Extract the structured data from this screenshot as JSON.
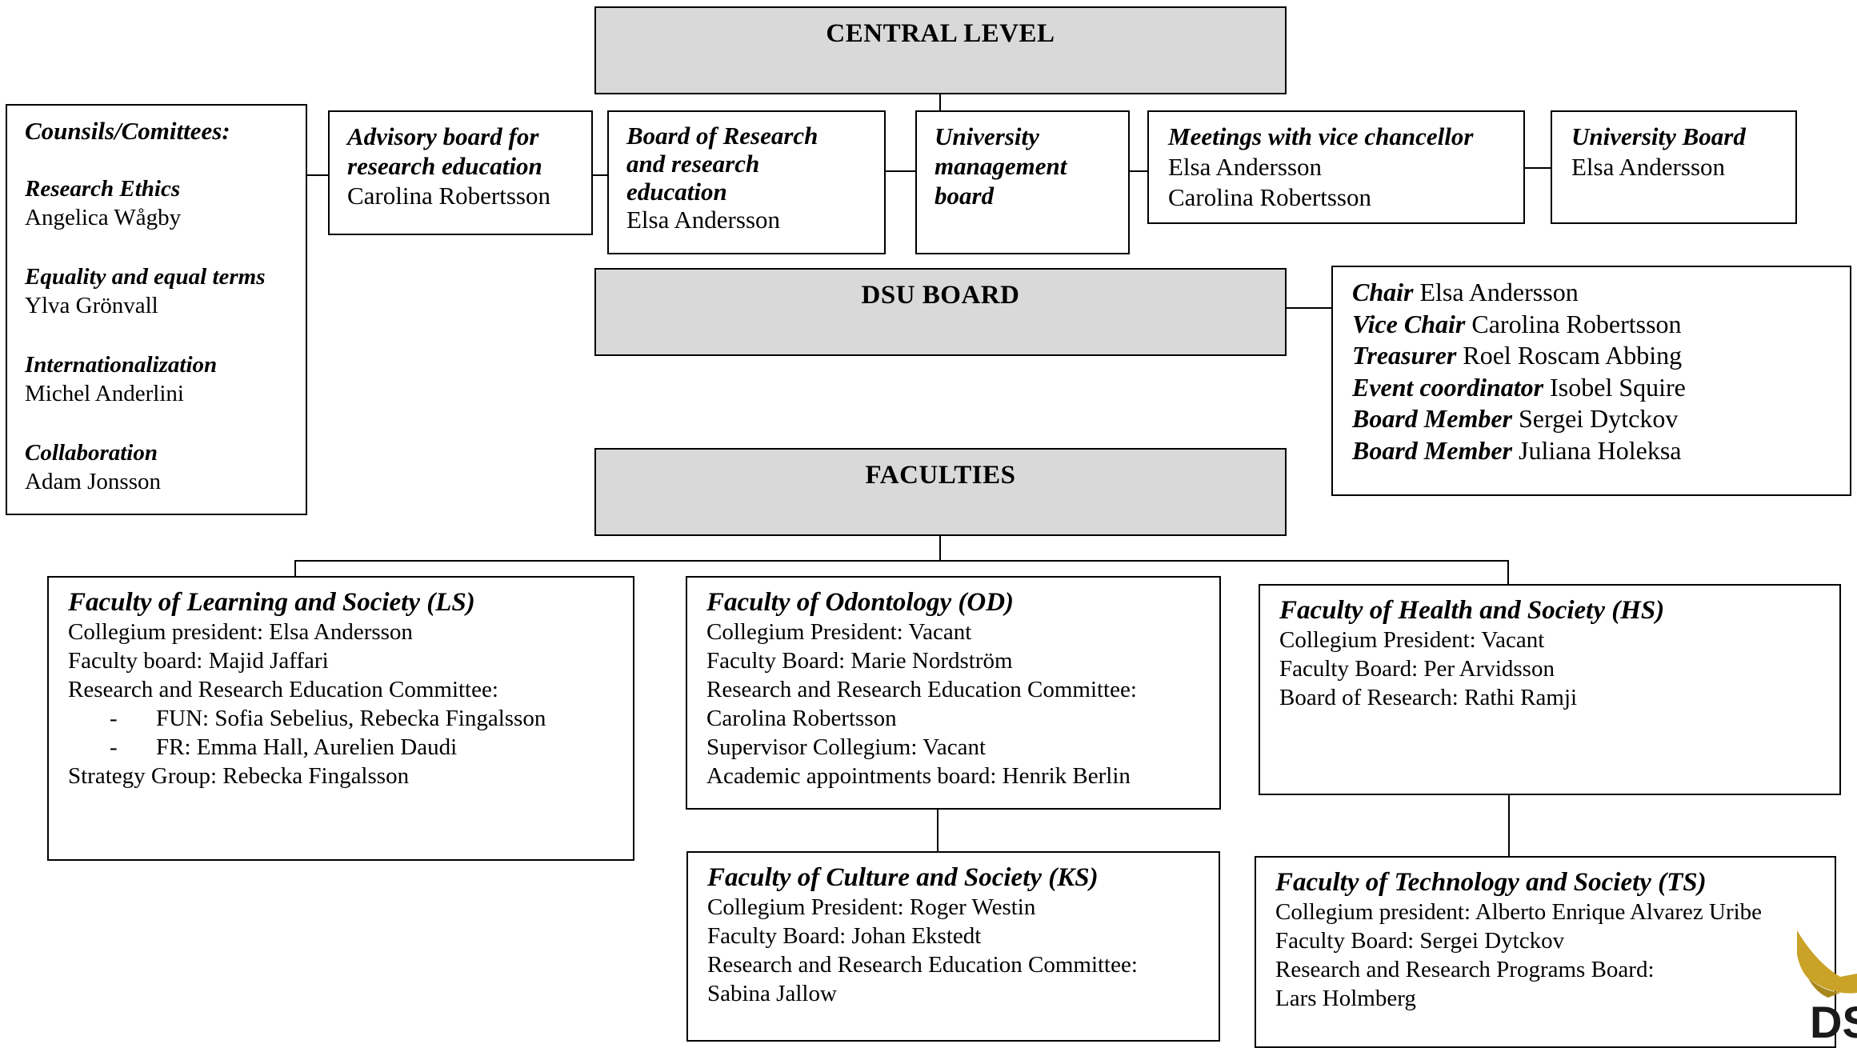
{
  "central_level": {
    "title": "CENTRAL LEVEL"
  },
  "dsu_board": {
    "title": "DSU BOARD"
  },
  "faculties_header": {
    "title": "FACULTIES"
  },
  "councils": {
    "heading": "Counsils/Comittees:",
    "items": [
      {
        "title": "Research Ethics",
        "person": "Angelica Wågby"
      },
      {
        "title": "Equality and equal terms",
        "person": "Ylva Grönvall"
      },
      {
        "title": "Internationalization",
        "person": "Michel Anderlini"
      },
      {
        "title": "Collaboration",
        "person": "Adam Jonsson"
      }
    ]
  },
  "advisory_board": {
    "title_line1": "Advisory board for",
    "title_line2": "research education",
    "person": "Carolina Robertsson"
  },
  "board_research": {
    "title_line1": "Board of Research",
    "title_line2": "and research",
    "title_line3": "education",
    "person": "Elsa Andersson"
  },
  "univ_mgmt": {
    "title_line1": "University",
    "title_line2": "management",
    "title_line3": "board"
  },
  "vice_chancellor": {
    "title": "Meetings with vice chancellor",
    "person1": "Elsa Andersson",
    "person2": "Carolina Robertsson"
  },
  "university_board": {
    "title": "University Board",
    "person": "Elsa Andersson"
  },
  "dsu_members": [
    {
      "role": "Chair",
      "name": "Elsa Andersson"
    },
    {
      "role": "Vice Chair",
      "name": "Carolina Robertsson"
    },
    {
      "role": "Treasurer",
      "name": "Roel Roscam Abbing"
    },
    {
      "role": "Event coordinator",
      "name": "Isobel Squire"
    },
    {
      "role": "Board Member",
      "name": "Sergei Dytckov"
    },
    {
      "role": "Board Member",
      "name": "Juliana Holeksa"
    }
  ],
  "faculty_ls": {
    "title": "Faculty of Learning and Society (LS)",
    "line1": "Collegium president: Elsa Andersson",
    "line2": "Faculty board: Majid Jaffari",
    "line3": "Research and Research Education Committee:",
    "bullet_dash": "-",
    "bullet1": "FUN: Sofia Sebelius, Rebecka Fingalsson",
    "bullet2": "FR: Emma Hall, Aurelien Daudi",
    "line4": "Strategy Group: Rebecka Fingalsson"
  },
  "faculty_od": {
    "title": "Faculty of Odontology (OD)",
    "line1": "Collegium President: Vacant",
    "line2": "Faculty Board: Marie Nordström",
    "line3": "Research and Research Education Committee:",
    "line4": "Carolina Robertsson",
    "line5": "Supervisor Collegium: Vacant",
    "line6": "Academic appointments board: Henrik Berlin"
  },
  "faculty_hs": {
    "title": "Faculty of Health and Society (HS)",
    "line1": "Collegium President: Vacant",
    "line2": "Faculty Board: Per Arvidsson",
    "line3": "Board of Research: Rathi Ramji"
  },
  "faculty_ks": {
    "title": "Faculty of Culture and Society (KS)",
    "line1": "Collegium President: Roger Westin",
    "line2": "Faculty Board: Johan Ekstedt",
    "line3": "Research and Research Education Committee:",
    "line4": "Sabina Jallow"
  },
  "faculty_ts": {
    "title": "Faculty of Technology and Society (TS)",
    "line1": "Collegium president: Alberto Enrique Alvarez Uribe",
    "line2": "Faculty Board: Sergei Dytckov",
    "line3": "Research and Research Programs Board:",
    "line4": "Lars Holmberg"
  },
  "logo": {
    "text": "DS",
    "color": "#c9a227",
    "text_color": "#1a1a1a"
  }
}
